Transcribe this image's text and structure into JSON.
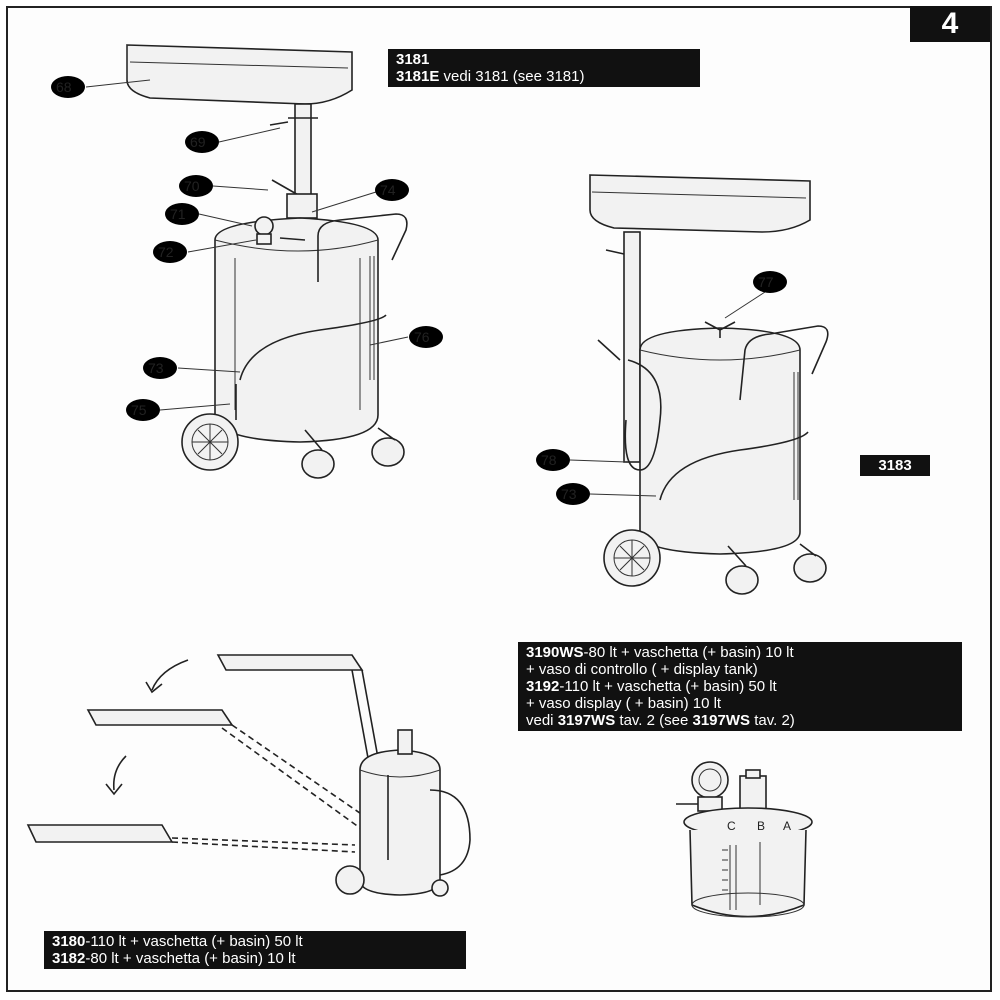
{
  "page_number": "4",
  "labels": {
    "l3181": "3181",
    "l3181e_code": "3181E",
    "l3181e_text": " vedi 3181 (see 3181)",
    "l3183": "3183",
    "l3190_code": "3190WS",
    "l3190_text": "-80 lt + vaschetta (+ basin) 10 lt",
    "l3190_line2": "+ vaso di controllo ( + display tank)",
    "l3192_code": "3192",
    "l3192_text": "-110 lt + vaschetta (+ basin) 50 lt",
    "l3192_line2": "+ vaso display ( + basin) 10 lt",
    "l_vedi_a": "vedi ",
    "l_vedi_code1": "3197WS",
    "l_vedi_b": " tav. 2 (see ",
    "l_vedi_code2": "3197WS",
    "l_vedi_c": " tav. 2)",
    "l3180_code": "3180",
    "l3180_text": "-110 lt + vaschetta (+ basin) 50 lt",
    "l3182_code": "3182",
    "l3182_text": "-80 lt + vaschetta (+ basin) 10 lt"
  },
  "callouts": {
    "c68": "68",
    "c69": "69",
    "c70": "70",
    "c71": "71",
    "c72": "72",
    "c73": "73",
    "c74": "74",
    "c75": "75",
    "c76": "76",
    "c77": "77",
    "c78": "78",
    "c73b": "73"
  },
  "tank_scale": {
    "a": "A",
    "b": "B",
    "c": "C"
  }
}
